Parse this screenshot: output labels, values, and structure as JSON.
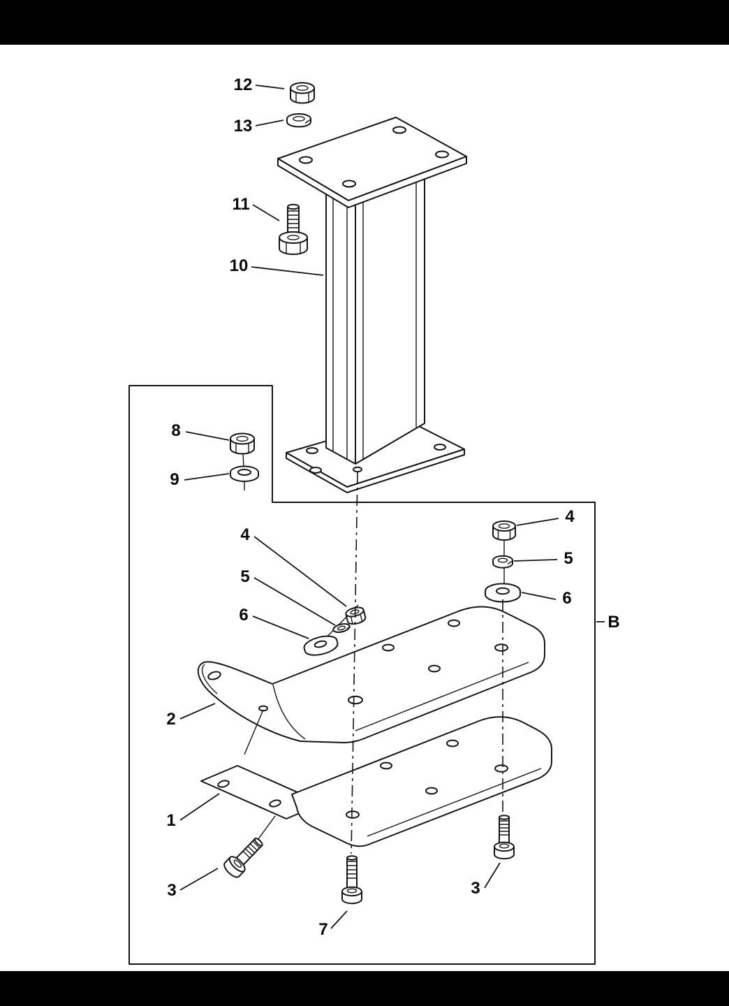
{
  "page": {
    "background": "#ffffff",
    "band_color": "#000000",
    "line_color": "#141414"
  },
  "figure": {
    "assembly": {
      "label": "B"
    },
    "callouts": {
      "n12": {
        "label": "12"
      },
      "n13": {
        "label": "13"
      },
      "n11": {
        "label": "11"
      },
      "n10": {
        "label": "10"
      },
      "n8": {
        "label": "8"
      },
      "n9": {
        "label": "9"
      },
      "n4_left": {
        "label": "4"
      },
      "n5_left": {
        "label": "5"
      },
      "n6_left": {
        "label": "6"
      },
      "n4_right": {
        "label": "4"
      },
      "n5_right": {
        "label": "5"
      },
      "n6_right": {
        "label": "6"
      },
      "n2": {
        "label": "2"
      },
      "n1": {
        "label": "1"
      },
      "n3_left": {
        "label": "3"
      },
      "n3_right": {
        "label": "3"
      },
      "n7": {
        "label": "7"
      },
      "b": {
        "label": "B"
      }
    }
  }
}
